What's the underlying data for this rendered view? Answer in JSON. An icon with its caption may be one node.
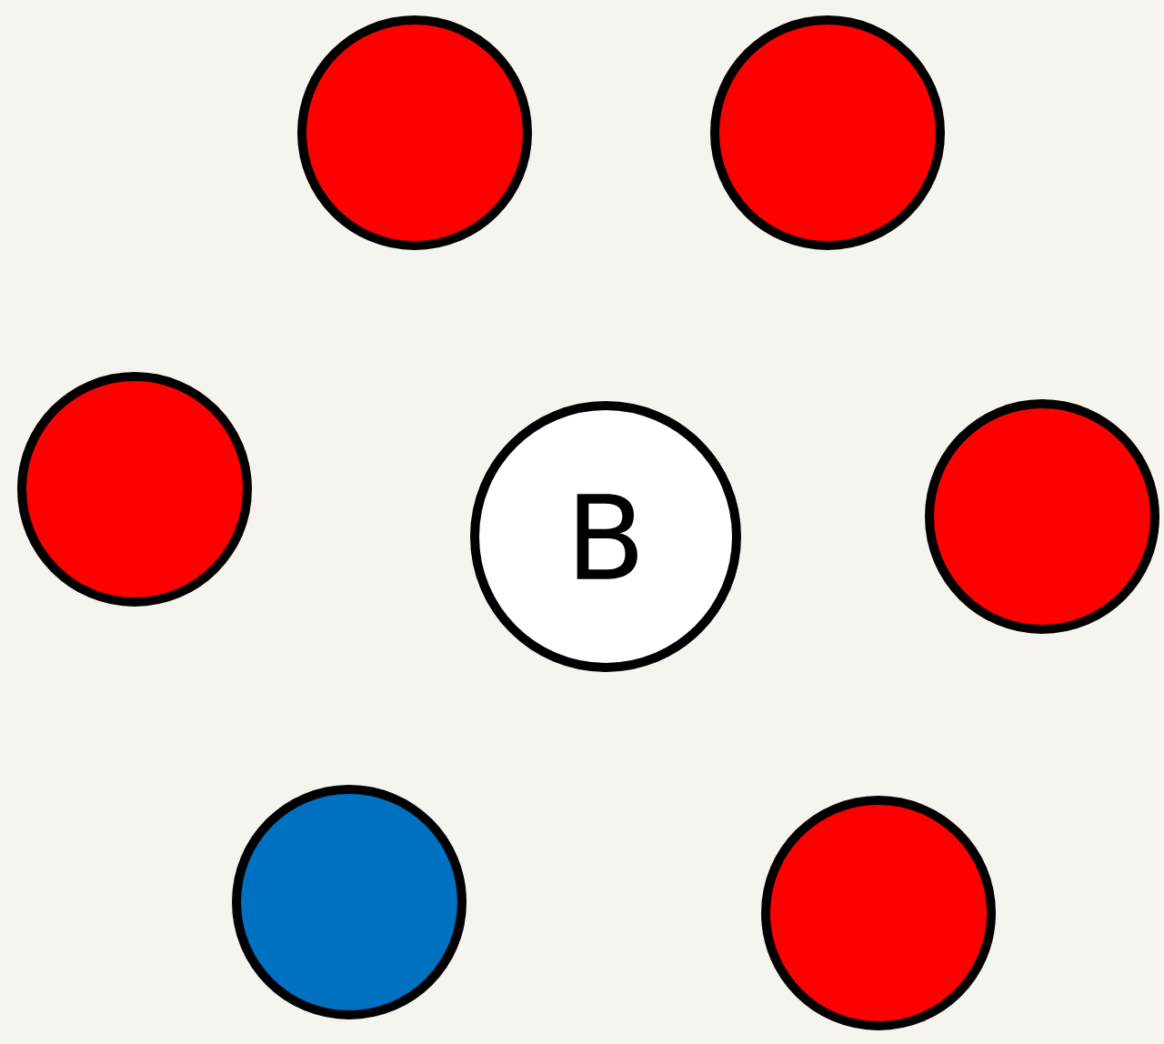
{
  "diagram": {
    "nodes": [
      {
        "text": [],
        "shape": "circle"
      },
      {
        "text": [],
        "shape": "circle"
      },
      {
        "text": [],
        "shape": "circle"
      },
      {
        "text": [
          "B"
        ]
      },
      {
        "text": [],
        "shape": "circle"
      },
      {
        "text": [],
        "shape": "circle"
      },
      {
        "text": [],
        "shape": "circle"
      }
    ]
  }
}
